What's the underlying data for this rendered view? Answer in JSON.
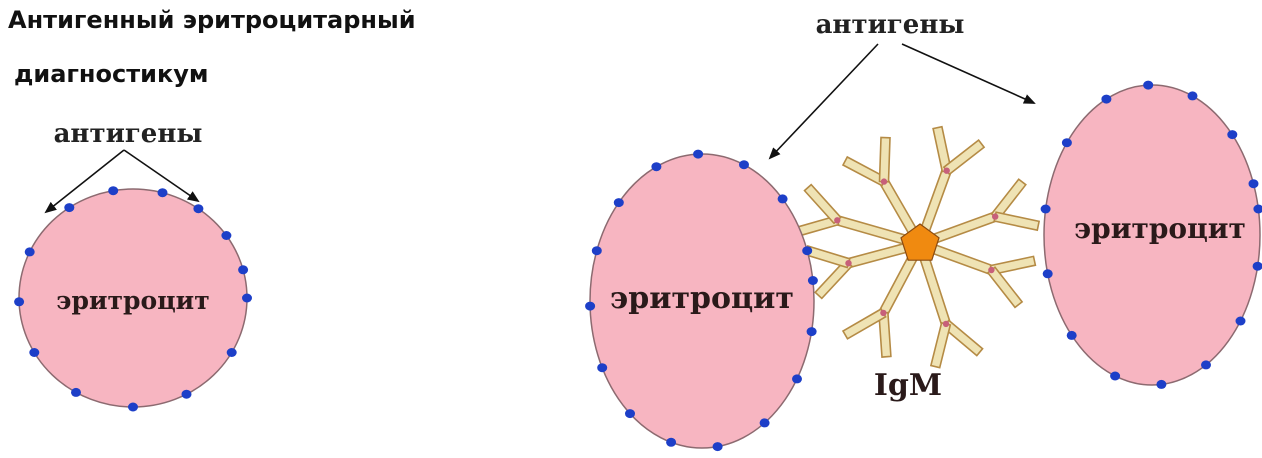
{
  "title": {
    "line1": "Антигенный эритроцитарный",
    "line2": "диагностикум"
  },
  "labels": {
    "antigens_left": "антигены",
    "antigens_right": "антигены",
    "cell_left": "эритроцит",
    "cell_middle": "эритроцит",
    "cell_right": "эритроцит",
    "antibody": "IgM"
  },
  "colors": {
    "cell_fill": "#f7b5c1",
    "cell_stroke": "#8c6a70",
    "antigen_dot": "#1d3fc8",
    "antibody_stroke": "#b58b45",
    "antibody_fill": "#efe3b4",
    "hinge": "#c7607a",
    "core": "#f08a10",
    "arrow": "#111111"
  }
}
